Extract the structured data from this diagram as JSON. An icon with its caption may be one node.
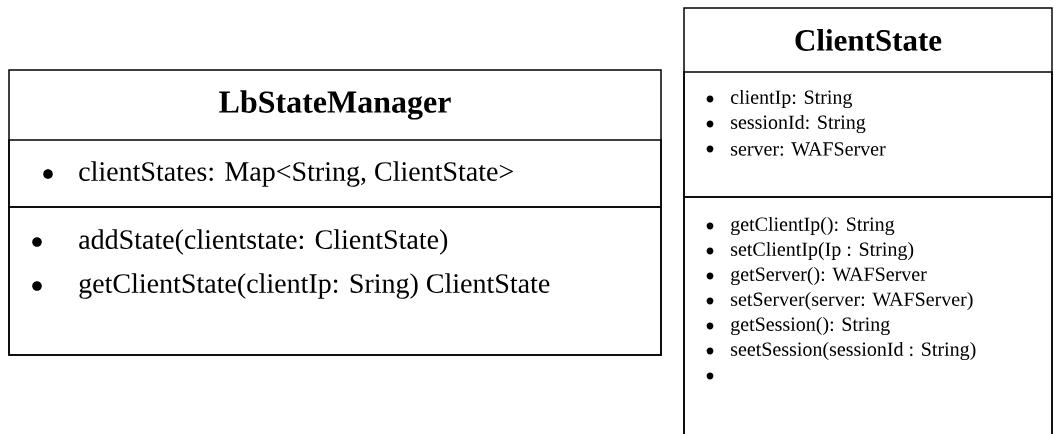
{
  "diagram": {
    "nodes": [
      {
        "text": [
          "LbStateManager"
        ]
      },
      {
        "text": [
          "clientStates: Map<String, ClientState>"
        ],
        "in": 0
      },
      {
        "text": [
          "addState(clientstate: ClientState)",
          "getClientState(clientIp: Sring) ClientState"
        ],
        "in": 0
      },
      {
        "text": [
          "ClientState"
        ]
      },
      {
        "text": [
          "clientIp: String",
          "sessionId: String",
          "server: WAFServer"
        ],
        "in": 3
      },
      {
        "text": [
          "getClientIp(): String",
          "setClientIp(Ip : String)",
          "getServer(): WAFServer",
          "setServer(server: WAFServer)",
          "getSession(): String",
          "seetSession(sessionId : String)"
        ],
        "in": 3
      }
    ]
  }
}
